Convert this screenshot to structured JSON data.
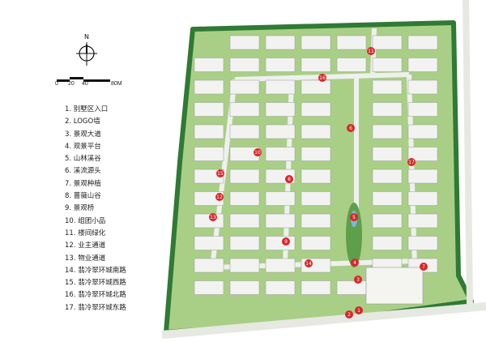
{
  "compass": {
    "north_label": "N"
  },
  "scale_bar": {
    "labels": [
      "0",
      "20",
      "40",
      "80M"
    ]
  },
  "legend": {
    "items": [
      "1. 别墅区入口",
      "2. LOGO墙",
      "3. 景观大道",
      "4. 观景平台",
      "5. 山林溪谷",
      "6. 溪流源头",
      "7. 景观种植",
      "8. 蔷薇山谷",
      "9. 景观桥",
      "10. 组团小品",
      "11. 楼间绿化",
      "12. 业主通道",
      "13. 物业通道",
      "14. 翡冷翠环城南路",
      "15. 翡冷翠环城西路",
      "16. 翡冷翠环城北路",
      "17. 翡冷翠环城东路"
    ]
  },
  "map": {
    "markers": [
      "1",
      "2",
      "3",
      "4",
      "5",
      "6",
      "7",
      "8",
      "9",
      "10",
      "11",
      "12",
      "13",
      "14",
      "15",
      "16",
      "17"
    ],
    "colors": {
      "marker": "#d8262b",
      "greenery": "#8fc06a",
      "trees": "#3f8a3a",
      "building": "#f2f3f0",
      "road": "#eef0ee"
    }
  }
}
